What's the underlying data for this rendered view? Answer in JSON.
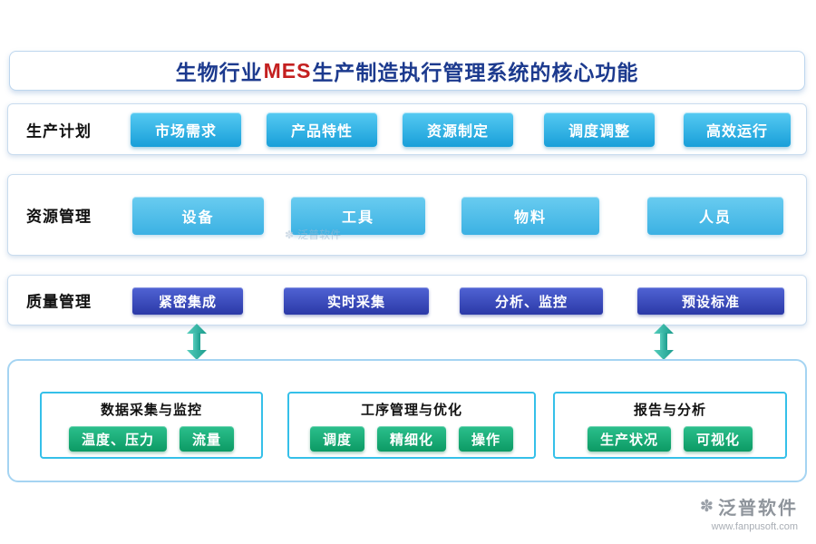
{
  "title": {
    "prefix": "生物行业",
    "highlight": "MES",
    "suffix": "生产制造执行管理系统的核心功能"
  },
  "rows": [
    {
      "label": "生产计划",
      "items": [
        "市场需求",
        "产品特性",
        "资源制定",
        "调度调整",
        "高效运行"
      ]
    },
    {
      "label": "资源管理",
      "items": [
        "设备",
        "工具",
        "物料",
        "人员"
      ]
    },
    {
      "label": "质量管理",
      "items": [
        "紧密集成",
        "实时采集",
        "分析、监控",
        "预设标准"
      ]
    }
  ],
  "bottom_groups": [
    {
      "title": "数据采集与监控",
      "items": [
        "温度、压力",
        "流量"
      ]
    },
    {
      "title": "工序管理与优化",
      "items": [
        "调度",
        "精细化",
        "操作"
      ]
    },
    {
      "title": "报告与分析",
      "items": [
        "生产状况",
        "可视化"
      ]
    }
  ],
  "watermark": {
    "text": "泛普软件"
  },
  "footer": {
    "brand": "泛普软件",
    "url": "www.fanpusoft.com"
  },
  "colors": {
    "title_text": "#1c3a8e",
    "title_highlight": "#c42020",
    "cyan_button": "#1ea2da",
    "light_cyan_button": "#4cbcea",
    "navy_button": "#3547b8",
    "green_button": "#14a470",
    "arrow": "#2cb5a4",
    "panel_border": "#c9dcee",
    "bottom_panel_border": "#a5d4f2",
    "group_border": "#35c0e9"
  }
}
